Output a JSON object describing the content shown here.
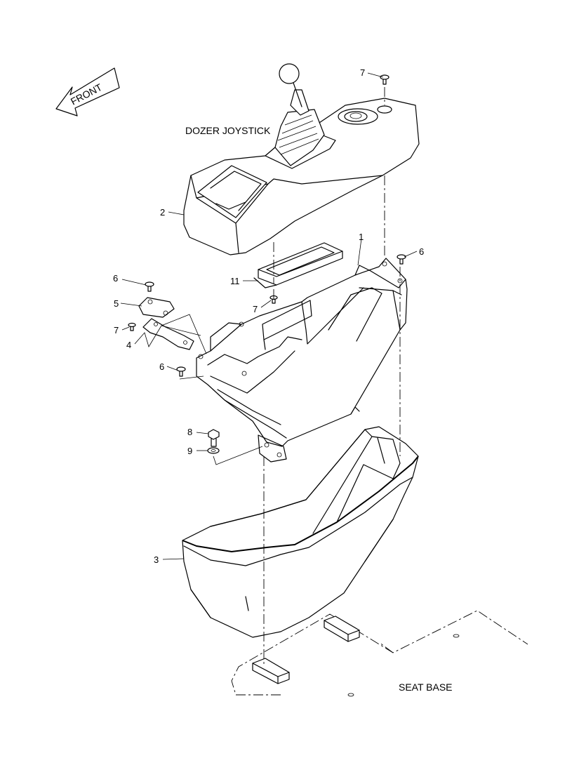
{
  "labels": {
    "front": "FRONT",
    "dozer_joystick": "DOZER  JOYSTICK",
    "seat_base": "SEAT BASE"
  },
  "callouts": [
    "1",
    "2",
    "3",
    "4",
    "5",
    "6",
    "7",
    "8",
    "9",
    "11"
  ]
}
